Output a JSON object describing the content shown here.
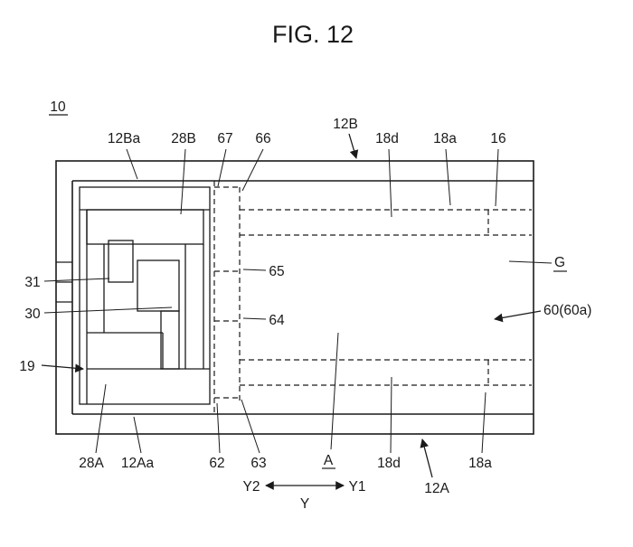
{
  "figure": {
    "title": "FIG. 12",
    "ink_color": "#1a1a1a",
    "background_color": "#ffffff"
  },
  "labels": {
    "ref10": "10",
    "l12Ba": "12Ba",
    "l28B": "28B",
    "l67": "67",
    "l66": "66",
    "l12B": "12B",
    "l18d_top": "18d",
    "l18a_top": "18a",
    "l16": "16",
    "lG": "G",
    "l60": "60(60a)",
    "l31": "31",
    "l30": "30",
    "l19": "19",
    "l65": "65",
    "l64": "64",
    "l28A": "28A",
    "l12Aa": "12Aa",
    "l62": "62",
    "l63": "63",
    "lA": "A",
    "l18d_bottom": "18d",
    "l12A": "12A",
    "l18a_bottom": "18a",
    "lY2": "Y2",
    "lY1": "Y1",
    "lY": "Y"
  }
}
